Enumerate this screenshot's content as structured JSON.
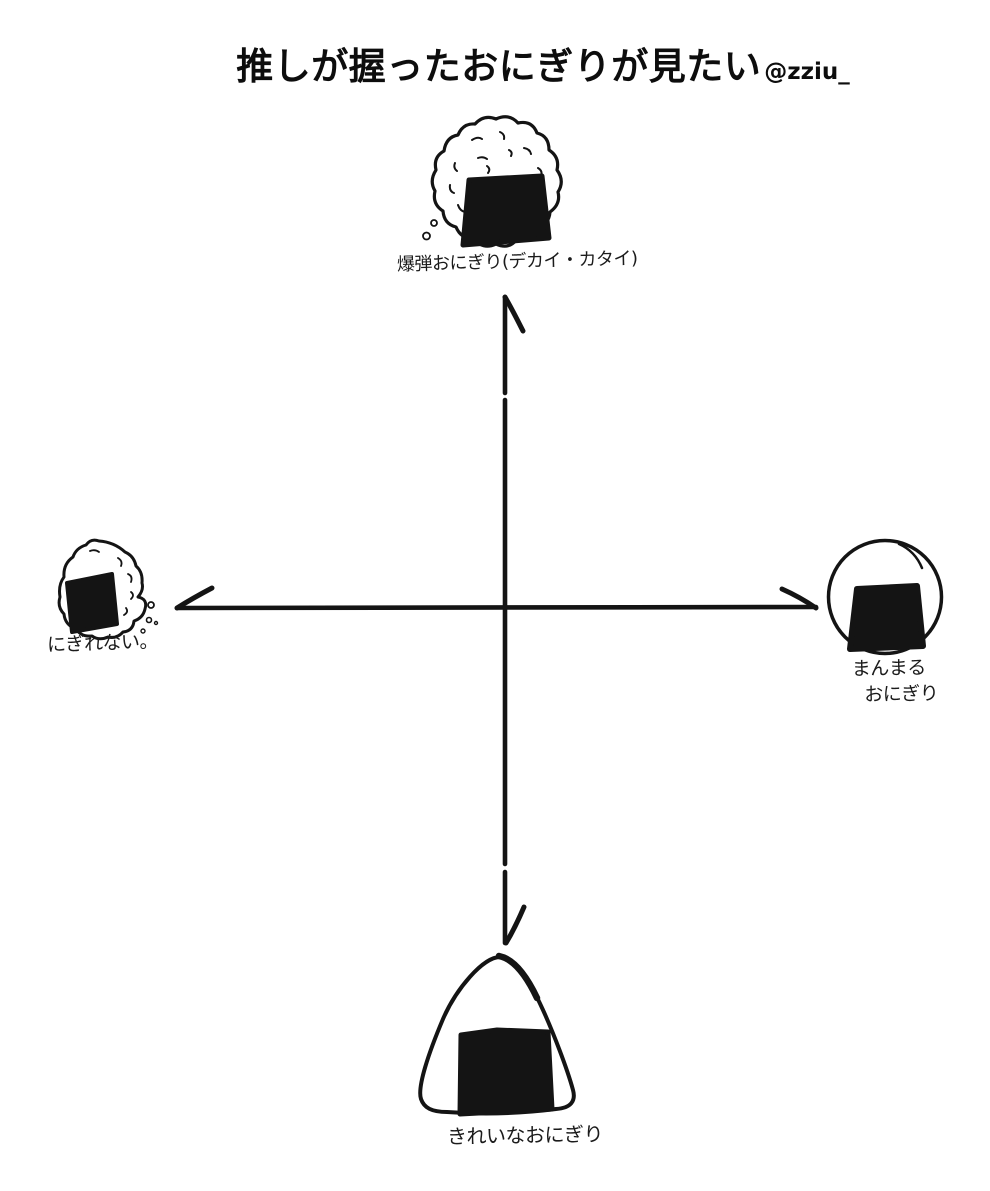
{
  "page": {
    "title": "推しが握ったおにぎりが見たい",
    "credit": "@zziu_"
  },
  "diagram": {
    "type": "hand-drawn four-direction axis chart",
    "ink_color": "#141414",
    "background_color": "#ffffff",
    "items": {
      "top": {
        "position": "top",
        "icon": "bomb-onigiri-icon",
        "label": "爆弾おにぎり(デカイ・カタイ)"
      },
      "left": {
        "position": "left",
        "icon": "crumbling-onigiri-icon",
        "label": "にぎれない。"
      },
      "right": {
        "position": "right",
        "icon": "round-onigiri-icon",
        "label": "まんまる\nおにぎり"
      },
      "bottom": {
        "position": "bottom",
        "icon": "triangle-onigiri-icon",
        "label": "きれいなおにぎり"
      }
    }
  }
}
